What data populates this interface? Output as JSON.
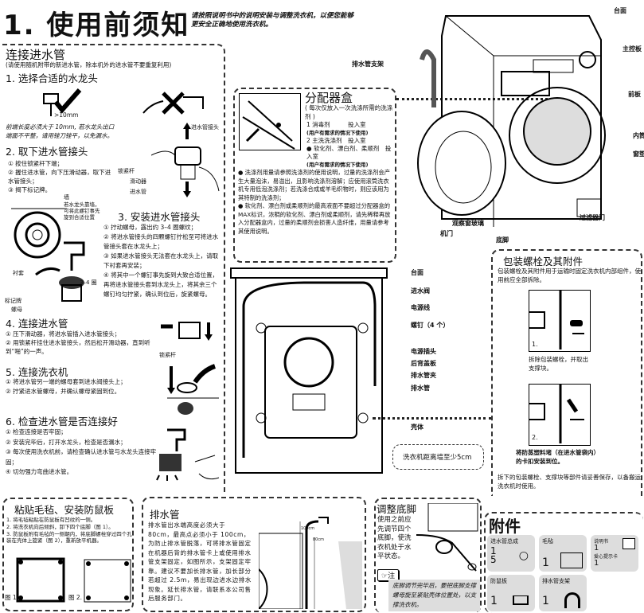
{
  "header": {
    "title": "1. 使用前须知",
    "subtitle_line1": "请按照说明书中的说明安装与调整洗衣机，以便您能够",
    "subtitle_line2": "更安全正确地使用洗衣机。"
  },
  "inlet": {
    "title": "连接进水管",
    "note": "(请使用随机附带的新进水管，除本机外的进水管不要重复利用)",
    "s1": {
      "heading": "1. 选择合适的水龙头",
      "measure": ">10mm",
      "tip1": "前端长度必须大于 10mm, 若水龙头出口",
      "tip2": "端面不平整，请用锉刀锉平，以免漏水。"
    },
    "s2": {
      "heading": "2. 取下进水管接头",
      "steps": [
        "① 按住锁紧杆下端；",
        "② 握住进水管，向下压滑动器，取下进水管接头；",
        "③ 揭下标记牌。"
      ],
      "labels": {
        "connector": "进水管接头",
        "lock": "锁紧杆",
        "slider": "滑动器",
        "pipe": "进水管"
      }
    },
    "wall_labels": {
      "wall": "墙",
      "note": "若水龙头靠墙，可将此螺钉事先旋到合适位置",
      "bush": "衬套",
      "tag": "标记牌",
      "nut": "螺母",
      "turns": "3–4 圈"
    },
    "s3": {
      "heading": "3. 安装进水管接头",
      "steps": [
        "① 拧动螺母，露出约 3–4 圈螺纹；",
        "② 将进水管接头的四颗螺钉拧松至可将进水管接头套在水龙头上；",
        "③ 如果进水管接头无法套在水龙头上，请取下衬套再安装；",
        "④ 将其中一个螺钉事先旋到大致合适位置，再将进水管接头套到水龙头上，将其余三个螺钉均匀拧紧，确认到位后，旋紧螺母。"
      ]
    },
    "s4": {
      "heading": "4. 连接进水管",
      "steps": [
        "① 压下滑动器，将进水管插入进水管接头；",
        "② 用锁紧杆挂住进水管接头，然后松开滑动器，直到听到“啪”的一声。"
      ],
      "lock": "锁紧杆"
    },
    "s5": {
      "heading": "5. 连接洗衣机",
      "steps": [
        "① 将进水管另一端的螺母套到进水阀接头上；",
        "② 拧紧进水管螺母，并确认螺母紧固到位。"
      ]
    },
    "s6": {
      "heading": "6. 检查进水管是否连接好",
      "steps": [
        "① 检查连接是否牢固；",
        "② 安装完毕后，打开水龙头，检查是否漏水；",
        "③ 每次使用洗衣机前，请检查确认进水管与水龙头连接牢固；",
        "④ 切勿强力弯曲进水管。"
      ]
    }
  },
  "dispenser": {
    "title": "分配器盒",
    "subtitle": "( 每次仅放入一次洗涤所需的洗涤剂 )",
    "items": [
      {
        "mark": "1",
        "name": "消毒剂　　　投入室",
        "note": "(用户有需求的情况下使用)"
      },
      {
        "mark": "2",
        "name": "主洗洗涤剂　投入室"
      },
      {
        "mark": "●",
        "name": "软化剂、漂白剂、柔顺剂　投入室",
        "note": "(用户有需求的情况下使用)"
      }
    ],
    "p1": "● 洗涤剂用量请参照洗涤剂的使用说明，过量的洗涤剂会产生大量泡沫，易溢出，且影响洗涤剂溶解；应使用滚筒洗衣机专用低泡洗涤剂；若洗涤合成或羊毛织物时，则应该用为其特制的洗涤剂；",
    "p2": "● 软化剂、漂白剂或柔顺剂的最高液面不要超过分配器盒的MAX标识，浓稠的软化剂、漂白剂或柔顺剂，请先稀释再放入分配器盒内，过量的柔顺剂会损害人造纤维，用量请参考其使用说明。"
  },
  "front_labels": {
    "top": "台面",
    "panel": "主控板",
    "front": "前板",
    "drum": "内筒",
    "gasket": "窗垫",
    "filter": "过滤器门",
    "foot": "底脚",
    "door": "机门",
    "glass": "观察窗玻璃",
    "bracket": "排水管支架"
  },
  "back_labels": {
    "top": "台面",
    "valve": "进水阀",
    "cord": "电源线",
    "screws": "螺钉（4 个）",
    "plug": "电源插头",
    "cover": "后背盖板",
    "clip": "排水管夹",
    "drain": "排水管",
    "cabinet": "壳体",
    "wall": "洗衣机距离墙至少5cm"
  },
  "packing": {
    "title": "包装螺栓及其附件",
    "intro": "包装螺栓及其附件用于运输时固定洗衣机内部组件，使用前应全部拆除。",
    "fig1": "1.",
    "cap1": "拆除包装螺栓，并取出支撑块。",
    "fig2": "2.",
    "cap2": "将防蒸塑料堵（在进水管袋内）的卡扣安装到位。",
    "footer": "拆下的包装螺栓、支撑块等部件请妥善保存，以备搬运洗衣机时使用。"
  },
  "felt": {
    "title": "粘贴毛毡、安装防鼠板",
    "steps": [
      "1. 将毛毡粘贴在防鼠板有凹纹的一侧。",
      "2. 将洗衣机向后倾斜，卸下四个底脚（图 1）。",
      "3. 防鼠板附有毛毡的一侧朝内，将底脚螺栓穿过四个孔装在壳体上旋紧（图 2），重新放平机器。"
    ],
    "fig1": "图 1.",
    "fig2": "图 2."
  },
  "drain": {
    "title": "排水管",
    "text": "排水管出水端高度必须大于 80cm，最高点必须小于 100cm，为防止排水管脱落，可将排水管固定在机器后背的排水管卡上或使用排水管支架固定，如图所示，支架固定牢靠。建议不要加长排水管，加长部分若超过 2.5m，易出现边进水边排水现象。延长排水管，请联系本公司售后服务部门。",
    "h100": "100cm",
    "h80": "80cm"
  },
  "feet": {
    "title": "调整底脚",
    "text": "使用之前应先调节四个底脚，使洗衣机处于水平状态。",
    "note_label": "注",
    "note": "底脚调节完毕后，要把底脚支撑螺母旋至紧贴壳体位置处，以支撑洗衣机。"
  },
  "accessories": {
    "title": "附件",
    "items": [
      {
        "name": "进水管总成",
        "qty": "1",
        "qty2": "5"
      },
      {
        "name": "毛毡",
        "qty": "1"
      },
      {
        "name": "说明书",
        "qty": "1",
        "name2": "爱心提示卡",
        "qty2": "1"
      },
      {
        "name": "防鼠板",
        "qty": "1"
      },
      {
        "name": "排水管支架",
        "qty": "1"
      }
    ]
  }
}
